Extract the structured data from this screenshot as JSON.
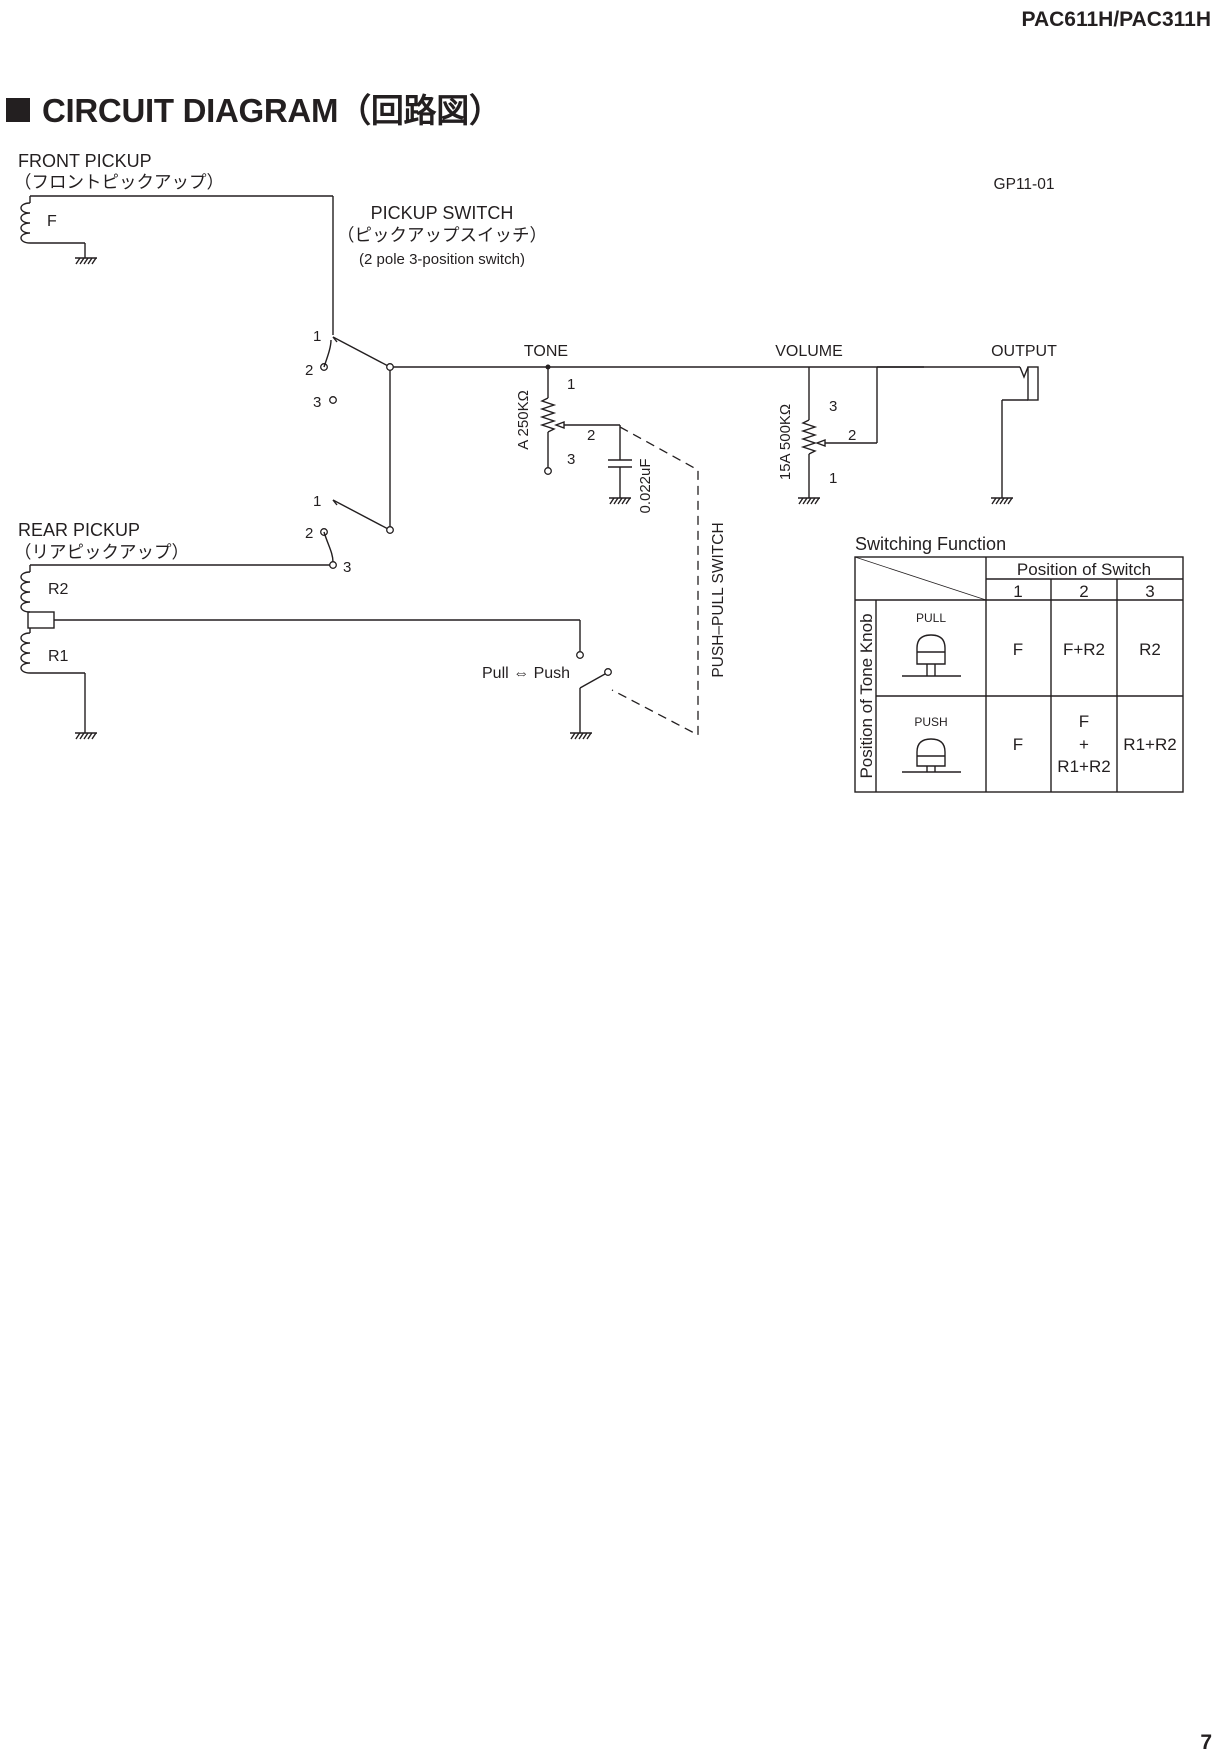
{
  "header": {
    "model": "PAC611H/PAC311H"
  },
  "title": "CIRCUIT DIAGRAM（回路図）",
  "page_number": "7",
  "diagram_code": "GP11-01",
  "front_pickup": {
    "label": "FRONT PICKUP",
    "label_jp": "（フロントピックアップ）",
    "coil": "F"
  },
  "rear_pickup": {
    "label": "REAR PICKUP",
    "label_jp": "（リアピックアップ）",
    "coil_upper": "R2",
    "coil_lower": "R1"
  },
  "pickup_switch": {
    "label": "PICKUP SWITCH",
    "label_jp": "（ピックアップスイッチ）",
    "desc": "(2 pole 3-position switch)",
    "pole1_terminals": [
      "1",
      "2",
      "3"
    ],
    "pole2_terminals": [
      "1",
      "2",
      "3"
    ]
  },
  "tone": {
    "label": "TONE",
    "pot_value": "A 250KΩ",
    "terminals": [
      "1",
      "2",
      "3"
    ],
    "capacitor": "0.022uF"
  },
  "volume": {
    "label": "VOLUME",
    "pot_value": "15A 500KΩ",
    "terminals": [
      "3",
      "2",
      "1"
    ]
  },
  "output": {
    "label": "OUTPUT"
  },
  "push_pull": {
    "label": "PUSH–PULL SWITCH",
    "pull_push": "Pull ⇔ Push"
  },
  "switching_table": {
    "title": "Switching Function",
    "col_header": "Position of Switch",
    "row_header": "Position of Tone Knob",
    "columns": [
      "1",
      "2",
      "3"
    ],
    "rows": [
      {
        "knob": "PULL",
        "cells": [
          "F",
          "F+R2",
          "R2"
        ]
      },
      {
        "knob": "PUSH",
        "cells": [
          "F",
          "F",
          "+",
          "R1+R2",
          "R1+R2"
        ]
      }
    ]
  }
}
